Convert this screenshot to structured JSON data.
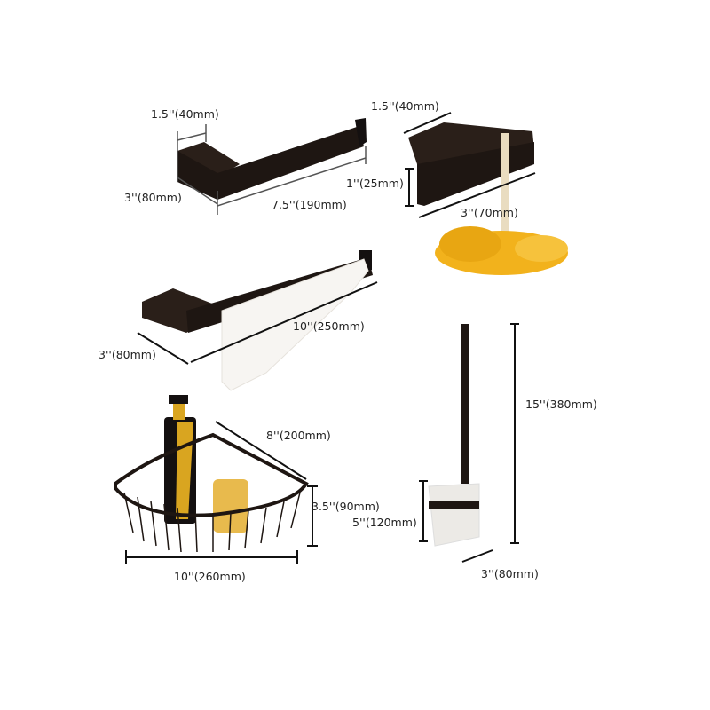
{
  "colors": {
    "product_finish": "#1e1612",
    "dimension_line": "#111111",
    "accent_gold": "#d9a520",
    "sponge_yellow": "#f2b21c"
  },
  "products": [
    {
      "name": "toilet-paper-holder",
      "dimensions": {
        "depth": "1.5''(40mm)",
        "width": "3''(80mm)",
        "length": "7.5''(190mm)"
      }
    },
    {
      "name": "robe-hook",
      "dimensions": {
        "depth": "1.5''(40mm)",
        "height": "1''(25mm)",
        "width": "3''(70mm)"
      }
    },
    {
      "name": "towel-bar",
      "dimensions": {
        "length": "10''(250mm)",
        "width": "3''(80mm)"
      }
    },
    {
      "name": "corner-shower-basket",
      "dimensions": {
        "side": "8''(200mm)",
        "height": "3.5''(90mm)",
        "width": "10''(260mm)"
      }
    },
    {
      "name": "toilet-brush-holder",
      "dimensions": {
        "height": "15''(380mm)",
        "cup_height": "5''(120mm)",
        "width": "3''(80mm)"
      }
    }
  ]
}
